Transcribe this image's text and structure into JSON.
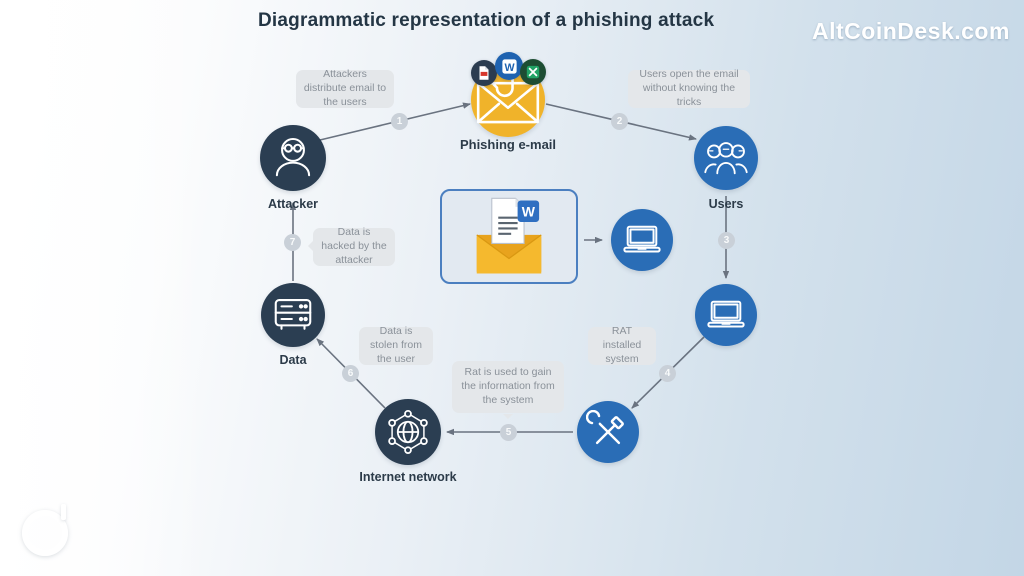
{
  "title": "Diagrammatic representation of a phishing attack",
  "watermark": "AltCoinDesk.com",
  "nodes": {
    "attacker": {
      "label": "Attacker"
    },
    "phishing_email": {
      "label": "Phishing e-mail"
    },
    "users": {
      "label": "Users"
    },
    "data": {
      "label": "Data"
    },
    "internet_network": {
      "label": "Internet network"
    }
  },
  "callouts": {
    "distribute": "Attackers distribute email to the users",
    "open_email": "Users open the email without knowing the tricks",
    "data_hacked": "Data is hacked by the attacker",
    "data_stolen": "Data is stolen from the user",
    "rat_used": "Rat is used to gain the information from the system",
    "rat_installed": "RAT installed system"
  },
  "steps": {
    "s1": "1",
    "s2": "2",
    "s3": "3",
    "s4": "4",
    "s5": "5",
    "s6": "6",
    "s7": "7"
  },
  "attachment": {
    "badge": "W"
  },
  "icons": {
    "word_letter": "W"
  },
  "colors": {
    "navy_node": "#2b3e52",
    "blue_node": "#2a6db6",
    "yellow_node": "#f0b32a",
    "callout_bg": "#e4e7ea",
    "callout_text": "#8a9199",
    "arrow": "#6a7380",
    "title_text": "#243645",
    "step_badge_bg": "#c9d0d8",
    "attach_box_border": "#4b7fc0",
    "word_blue": "#2f6fc1",
    "pdf_red": "#d6372c",
    "excel_green": "#21a366"
  }
}
